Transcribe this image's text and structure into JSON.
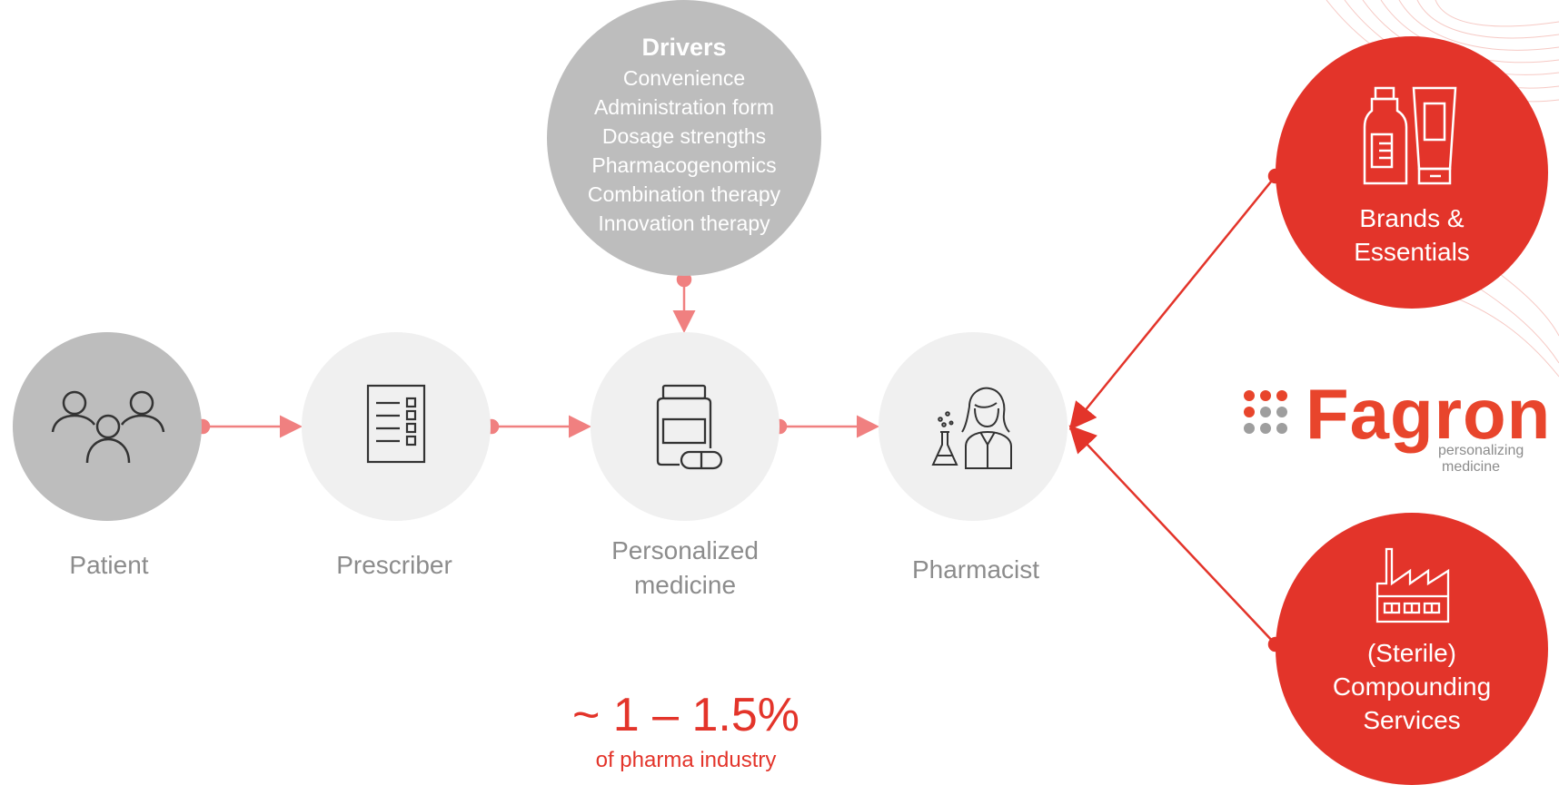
{
  "drivers": {
    "title": "Drivers",
    "items": [
      "Convenience",
      "Administration form",
      "Dosage strengths",
      "Pharmacogenomics",
      "Combination therapy",
      "Innovation therapy"
    ]
  },
  "flow": {
    "patient": "Patient",
    "prescriber": "Prescriber",
    "personalized_line1": "Personalized",
    "personalized_line2": "medicine",
    "pharmacist": "Pharmacist"
  },
  "stat": {
    "value": "~ 1 – 1.5%",
    "caption": "of pharma industry"
  },
  "right": {
    "brands_line1": "Brands &",
    "brands_line2": "Essentials",
    "sterile_line1": "(Sterile)",
    "sterile_line2": "Compounding",
    "sterile_line3": "Services"
  },
  "logo": {
    "wordmark": "Fagron",
    "tagline_line1": "personalizing",
    "tagline_line2": "medicine"
  },
  "icons": [
    "people-icon",
    "checklist-icon",
    "medicine-bottle-icon",
    "pharmacist-icon",
    "bottles-icon",
    "factory-icon"
  ],
  "colors": {
    "accent": "#e3342a",
    "connector": "#f08080",
    "light_circle": "#f0f0f0",
    "grey_circle": "#bdbdbd",
    "label_grey": "#8c8c8c"
  }
}
